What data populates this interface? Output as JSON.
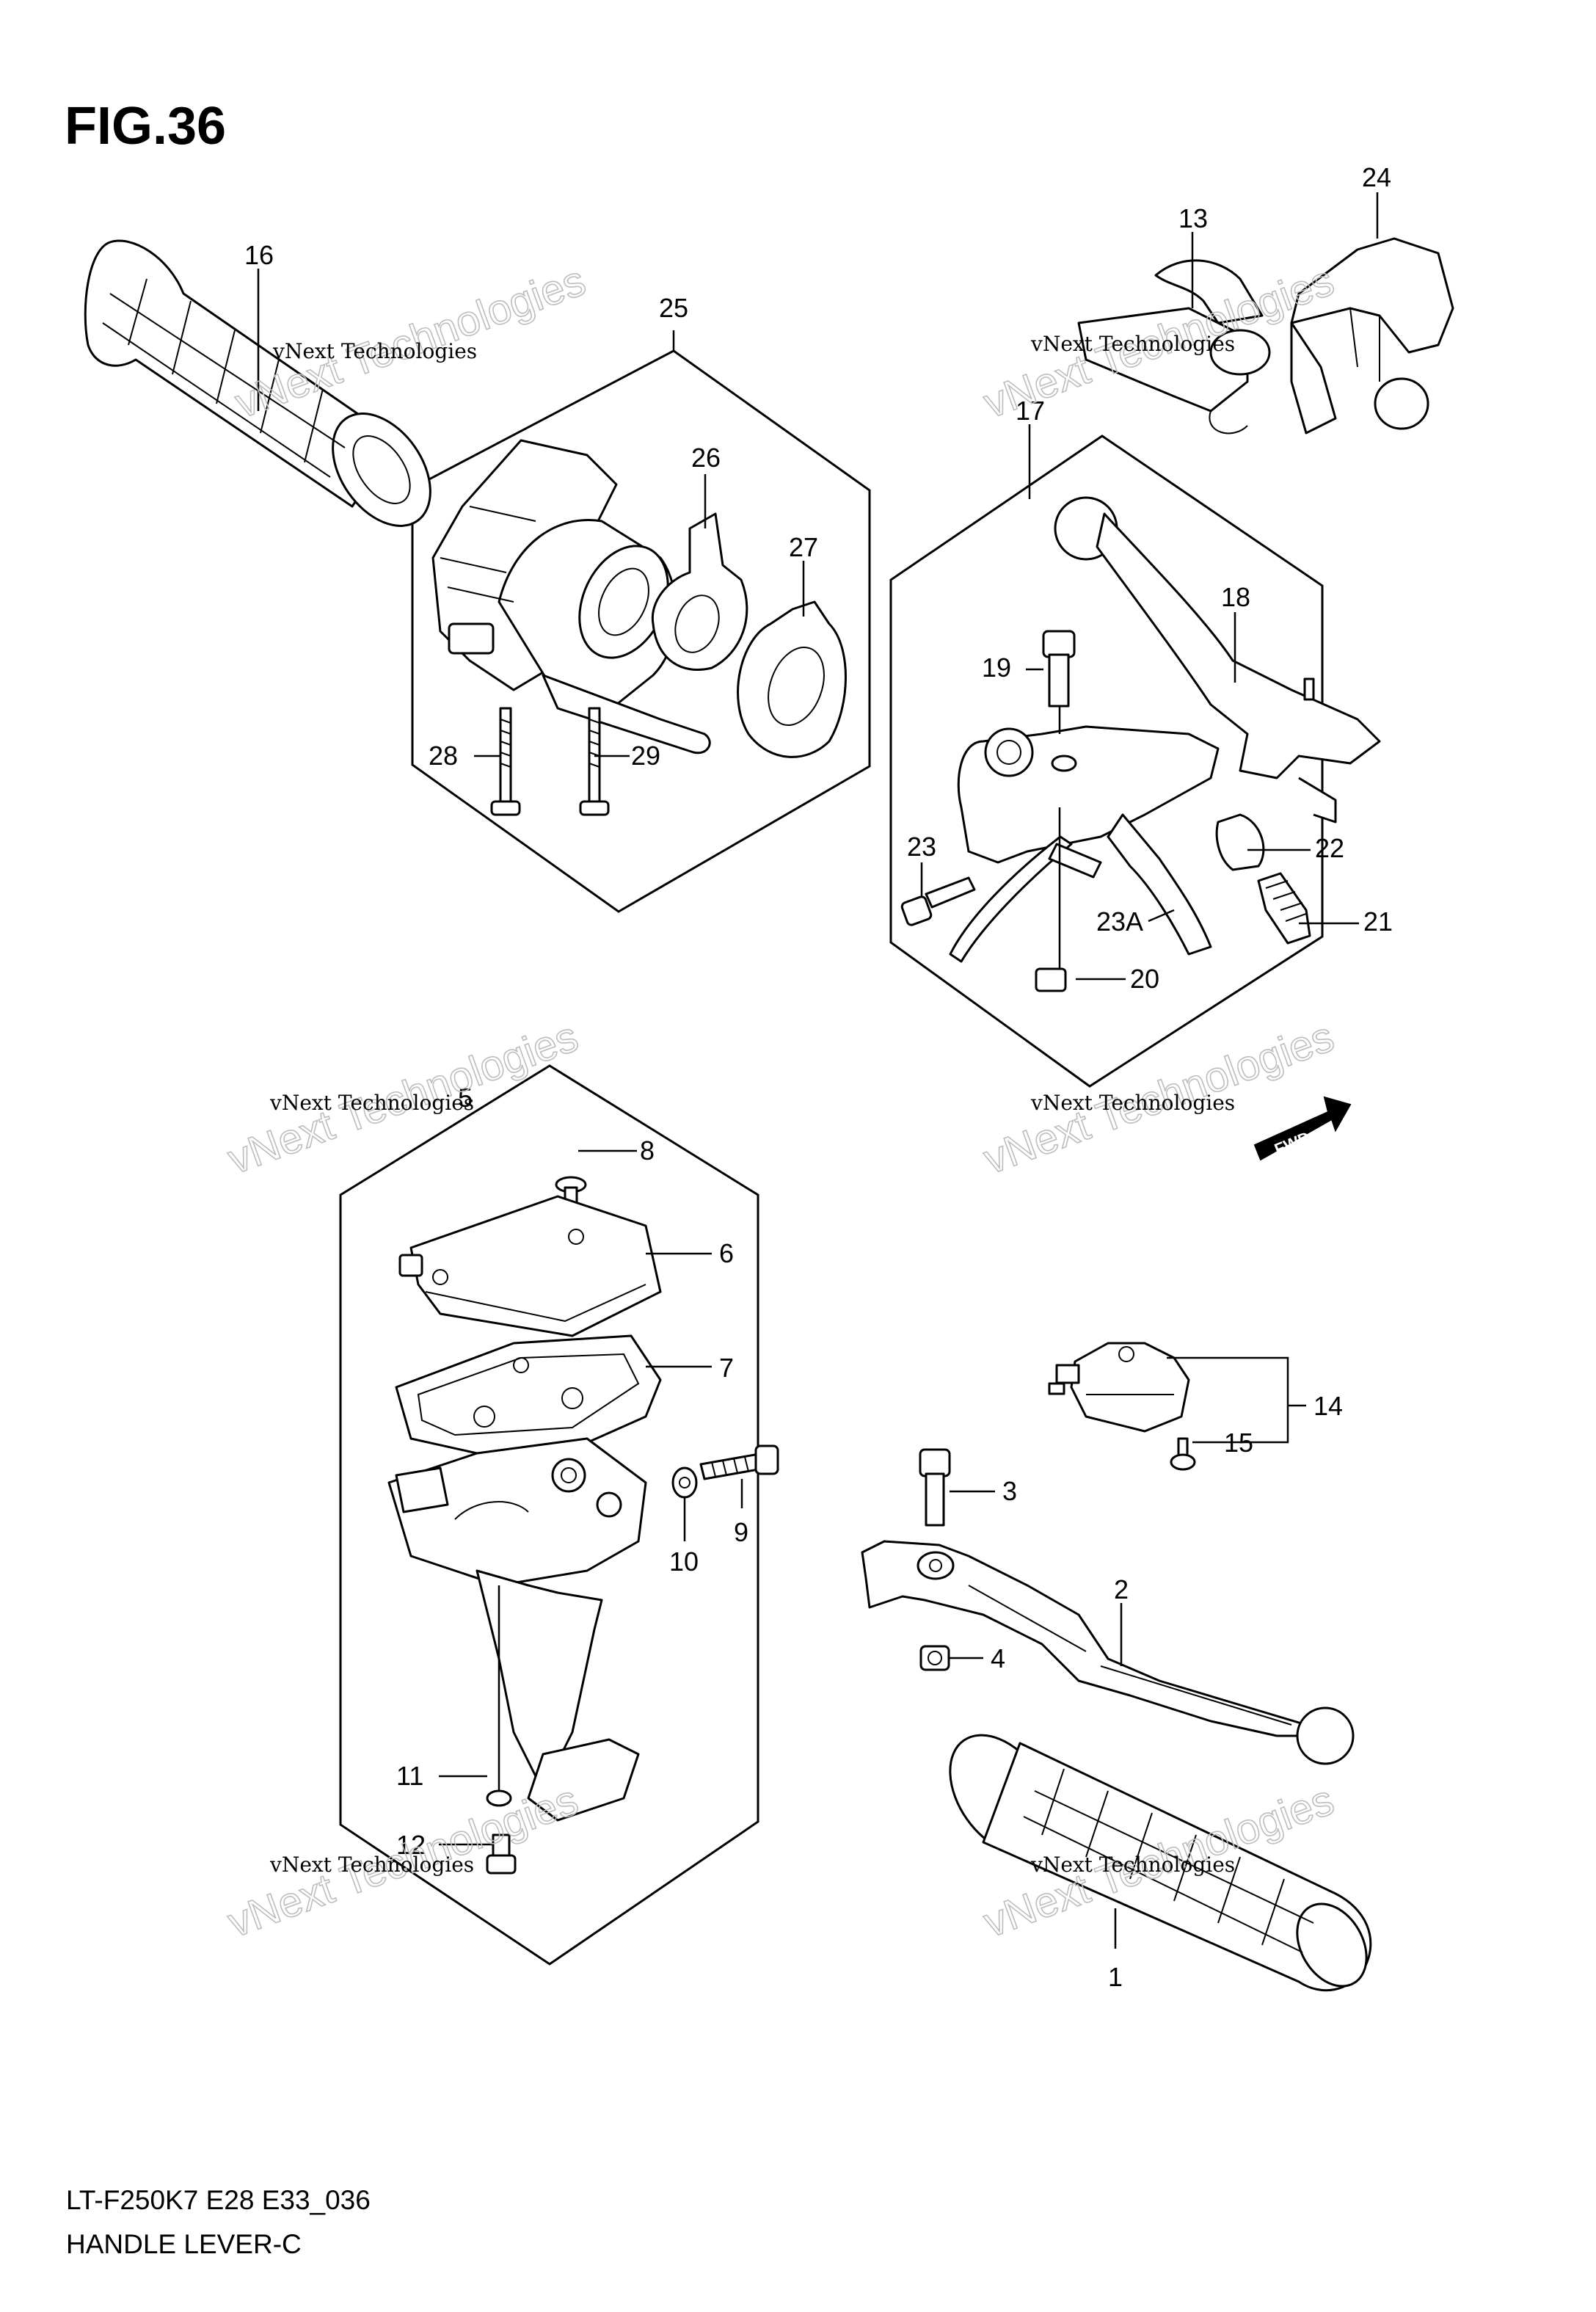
{
  "figure_title": "FIG.36",
  "footer": {
    "model_code": "LT-F250K7 E28 E33_036",
    "section_name": "HANDLE LEVER-C"
  },
  "fwd_label": "FWD",
  "watermark": {
    "line_small": "vNext Technologies",
    "line_big": "vNext Technologies"
  },
  "callouts": {
    "c1": "1",
    "c2": "2",
    "c3": "3",
    "c4": "4",
    "c5": "5",
    "c6": "6",
    "c7": "7",
    "c8": "8",
    "c9": "9",
    "c10": "10",
    "c11": "11",
    "c12": "12",
    "c13": "13",
    "c14": "14",
    "c15": "15",
    "c16": "16",
    "c17": "17",
    "c18": "18",
    "c19": "19",
    "c20": "20",
    "c21": "21",
    "c22": "22",
    "c23": "23",
    "c23a": "23A",
    "c24": "24",
    "c25": "25",
    "c26": "26",
    "c27": "27",
    "c28": "28",
    "c29": "29"
  }
}
